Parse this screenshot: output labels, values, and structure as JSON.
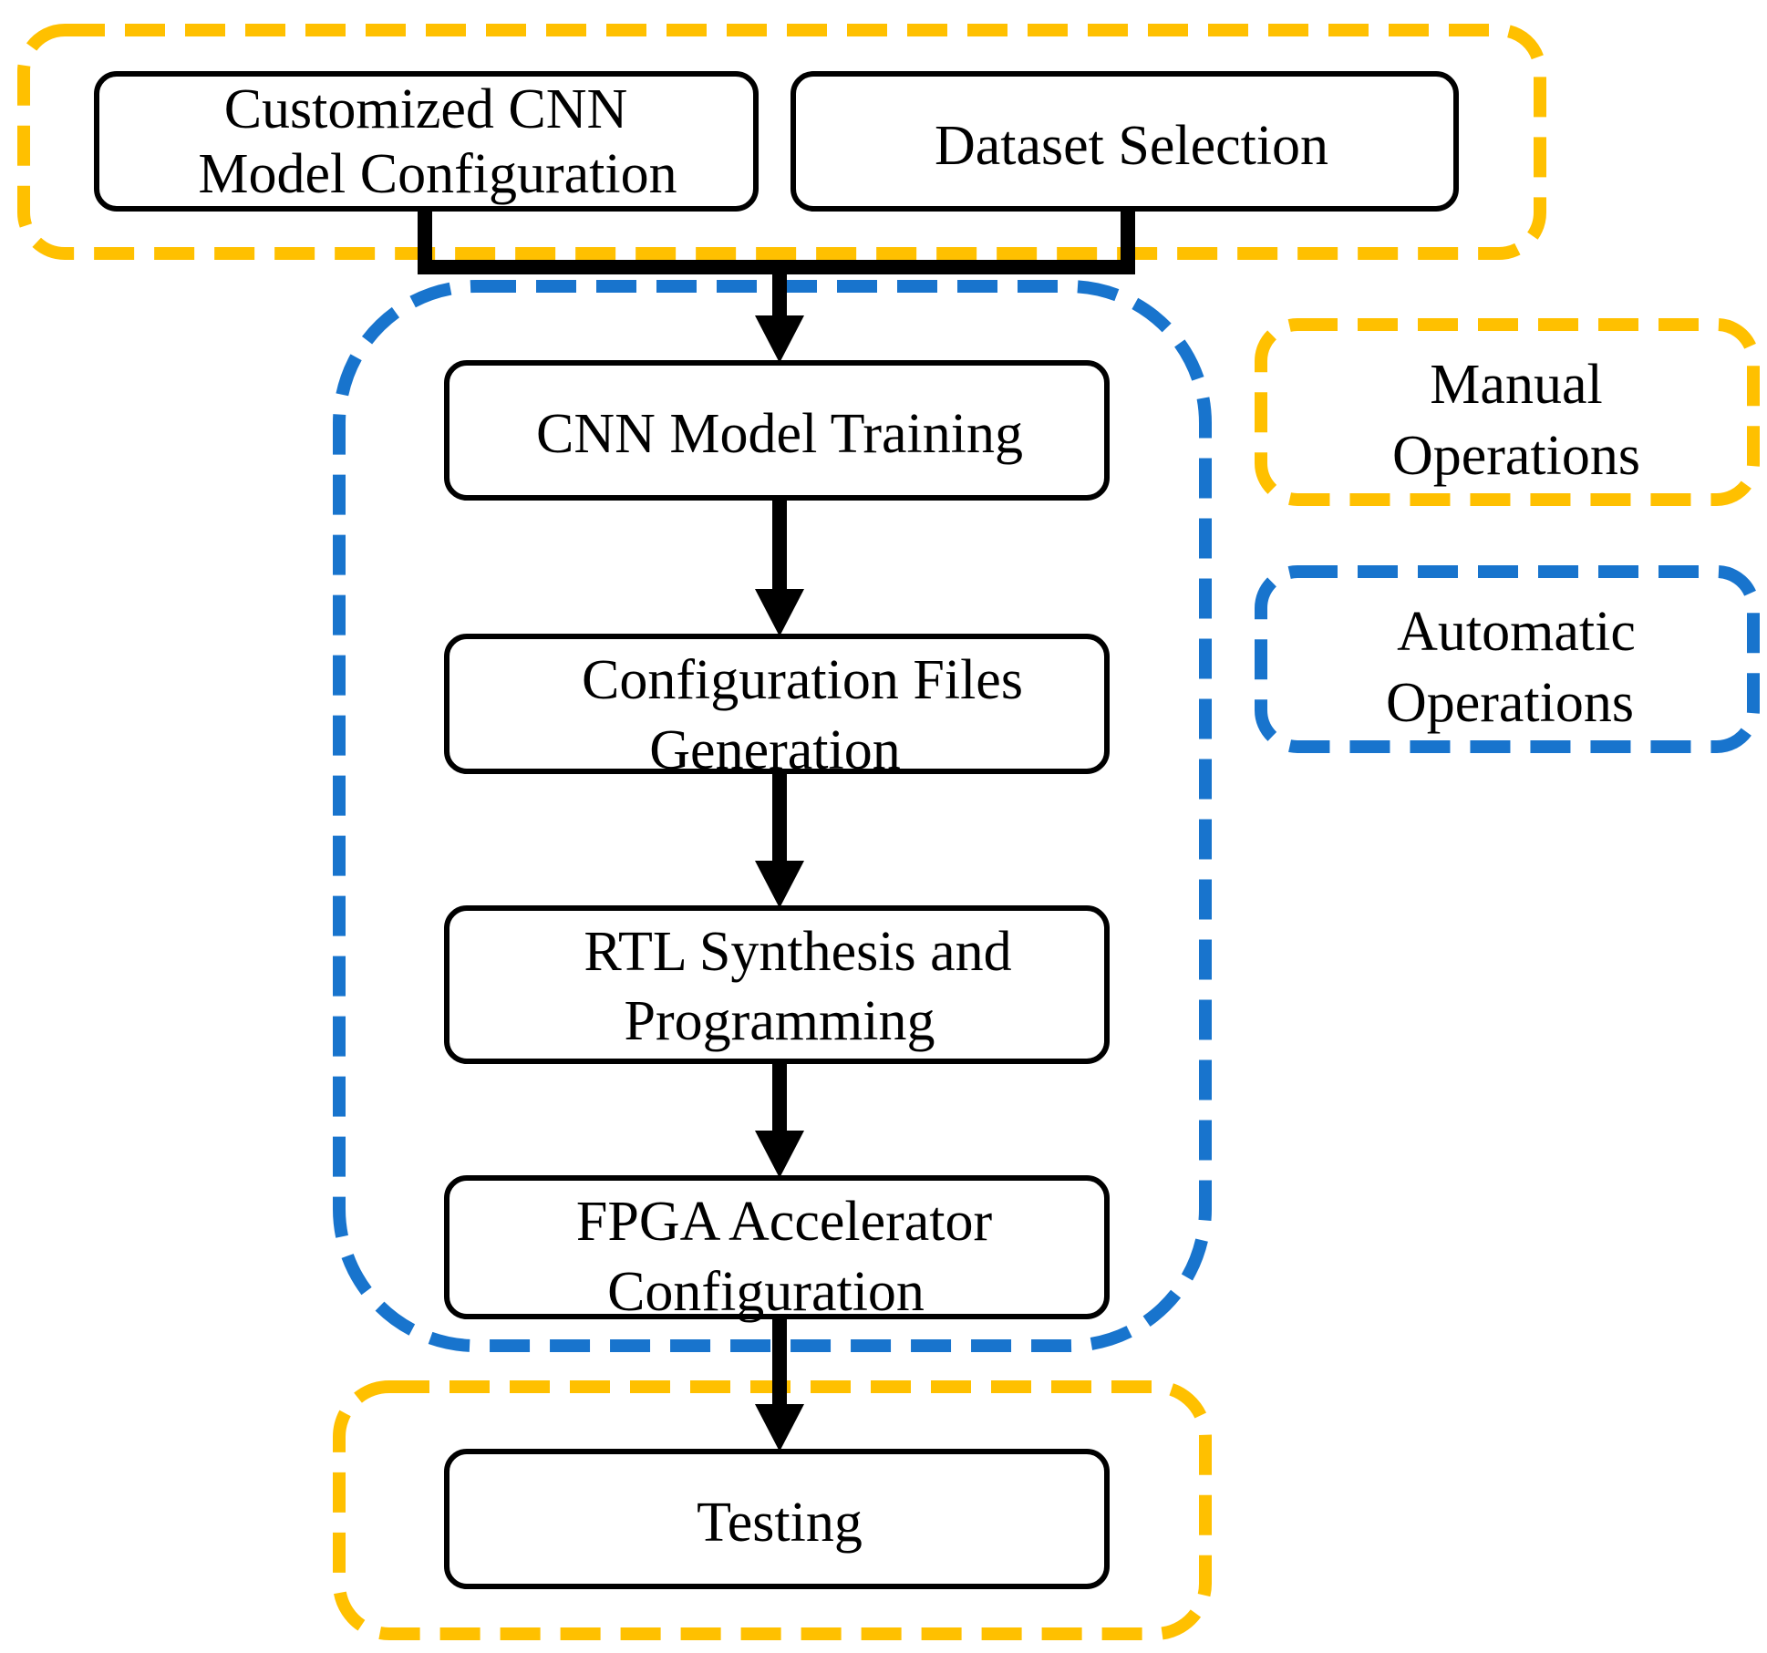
{
  "colors": {
    "manual": "#FFC000",
    "automatic": "#1874CD",
    "box_stroke": "#000000",
    "arrow": "#000000"
  },
  "boxes": {
    "cnn_config": {
      "line1": "Customized CNN",
      "line2": "Model  Configuration"
    },
    "dataset": {
      "line1": "Dataset Selection"
    },
    "training": {
      "line1": "CNN Model Training"
    },
    "config_files": {
      "line1": "Configuration Files",
      "line2": "Generation"
    },
    "rtl": {
      "line1": "RTL Synthesis and",
      "line2": "Programming"
    },
    "fpga": {
      "line1": "FPGA Accelerator",
      "line2": "Configuration"
    },
    "testing": {
      "line1": "Testing"
    }
  },
  "legend": {
    "manual": {
      "line1": "Manual",
      "line2": "Operations",
      "icon": "orange-dashed-rounded-rect"
    },
    "automatic": {
      "line1": "Automatic",
      "line2": "Operations",
      "icon": "blue-dashed-rounded-rect"
    }
  }
}
